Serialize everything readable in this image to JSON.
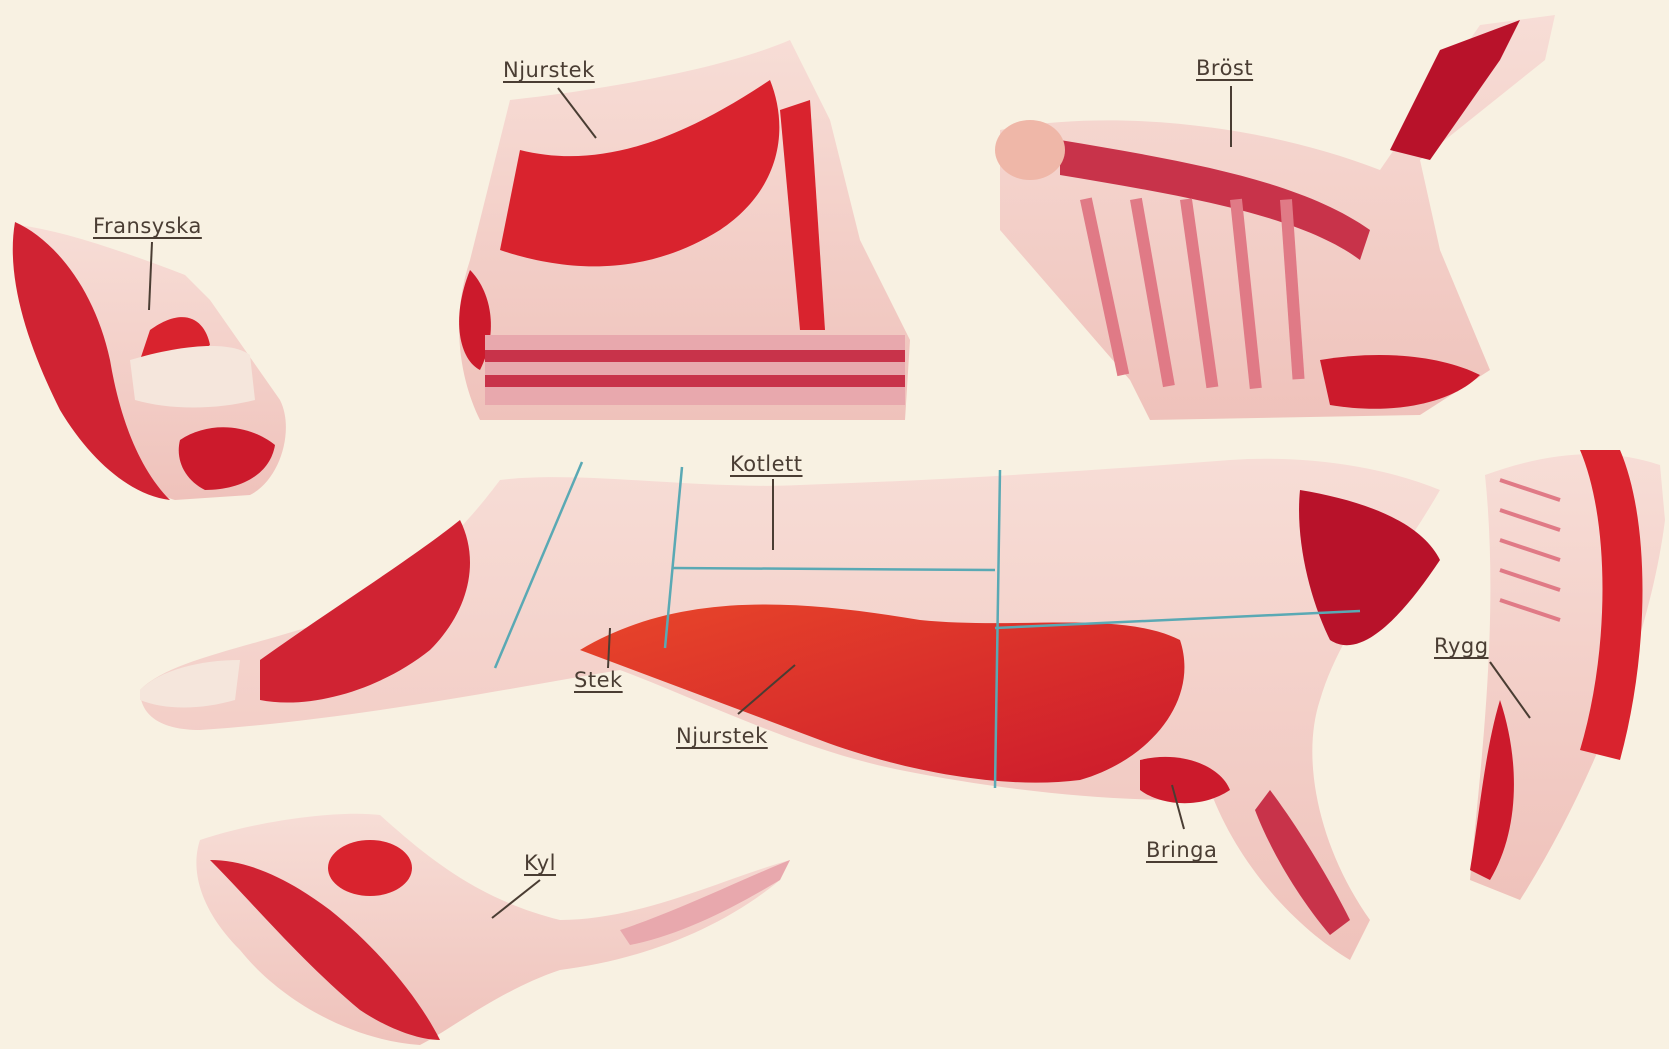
{
  "labels": {
    "njurstek_top": "Njurstek",
    "brost": "Bröst",
    "fransyska": "Fransyska",
    "kotlett": "Kotlett",
    "rygg": "Rygg",
    "stek": "Stek",
    "njurstek_mid": "Njurstek",
    "bringa": "Bringa",
    "kyl": "Kyl"
  },
  "colors": {
    "paper": "#f8f1e2",
    "fat": "#f3d3cd",
    "lean": "#d9232e",
    "dark_lean": "#b8122a",
    "orange_lean": "#e8462a",
    "guide_line": "#5aa9b4",
    "ink": "#4a3d33"
  }
}
